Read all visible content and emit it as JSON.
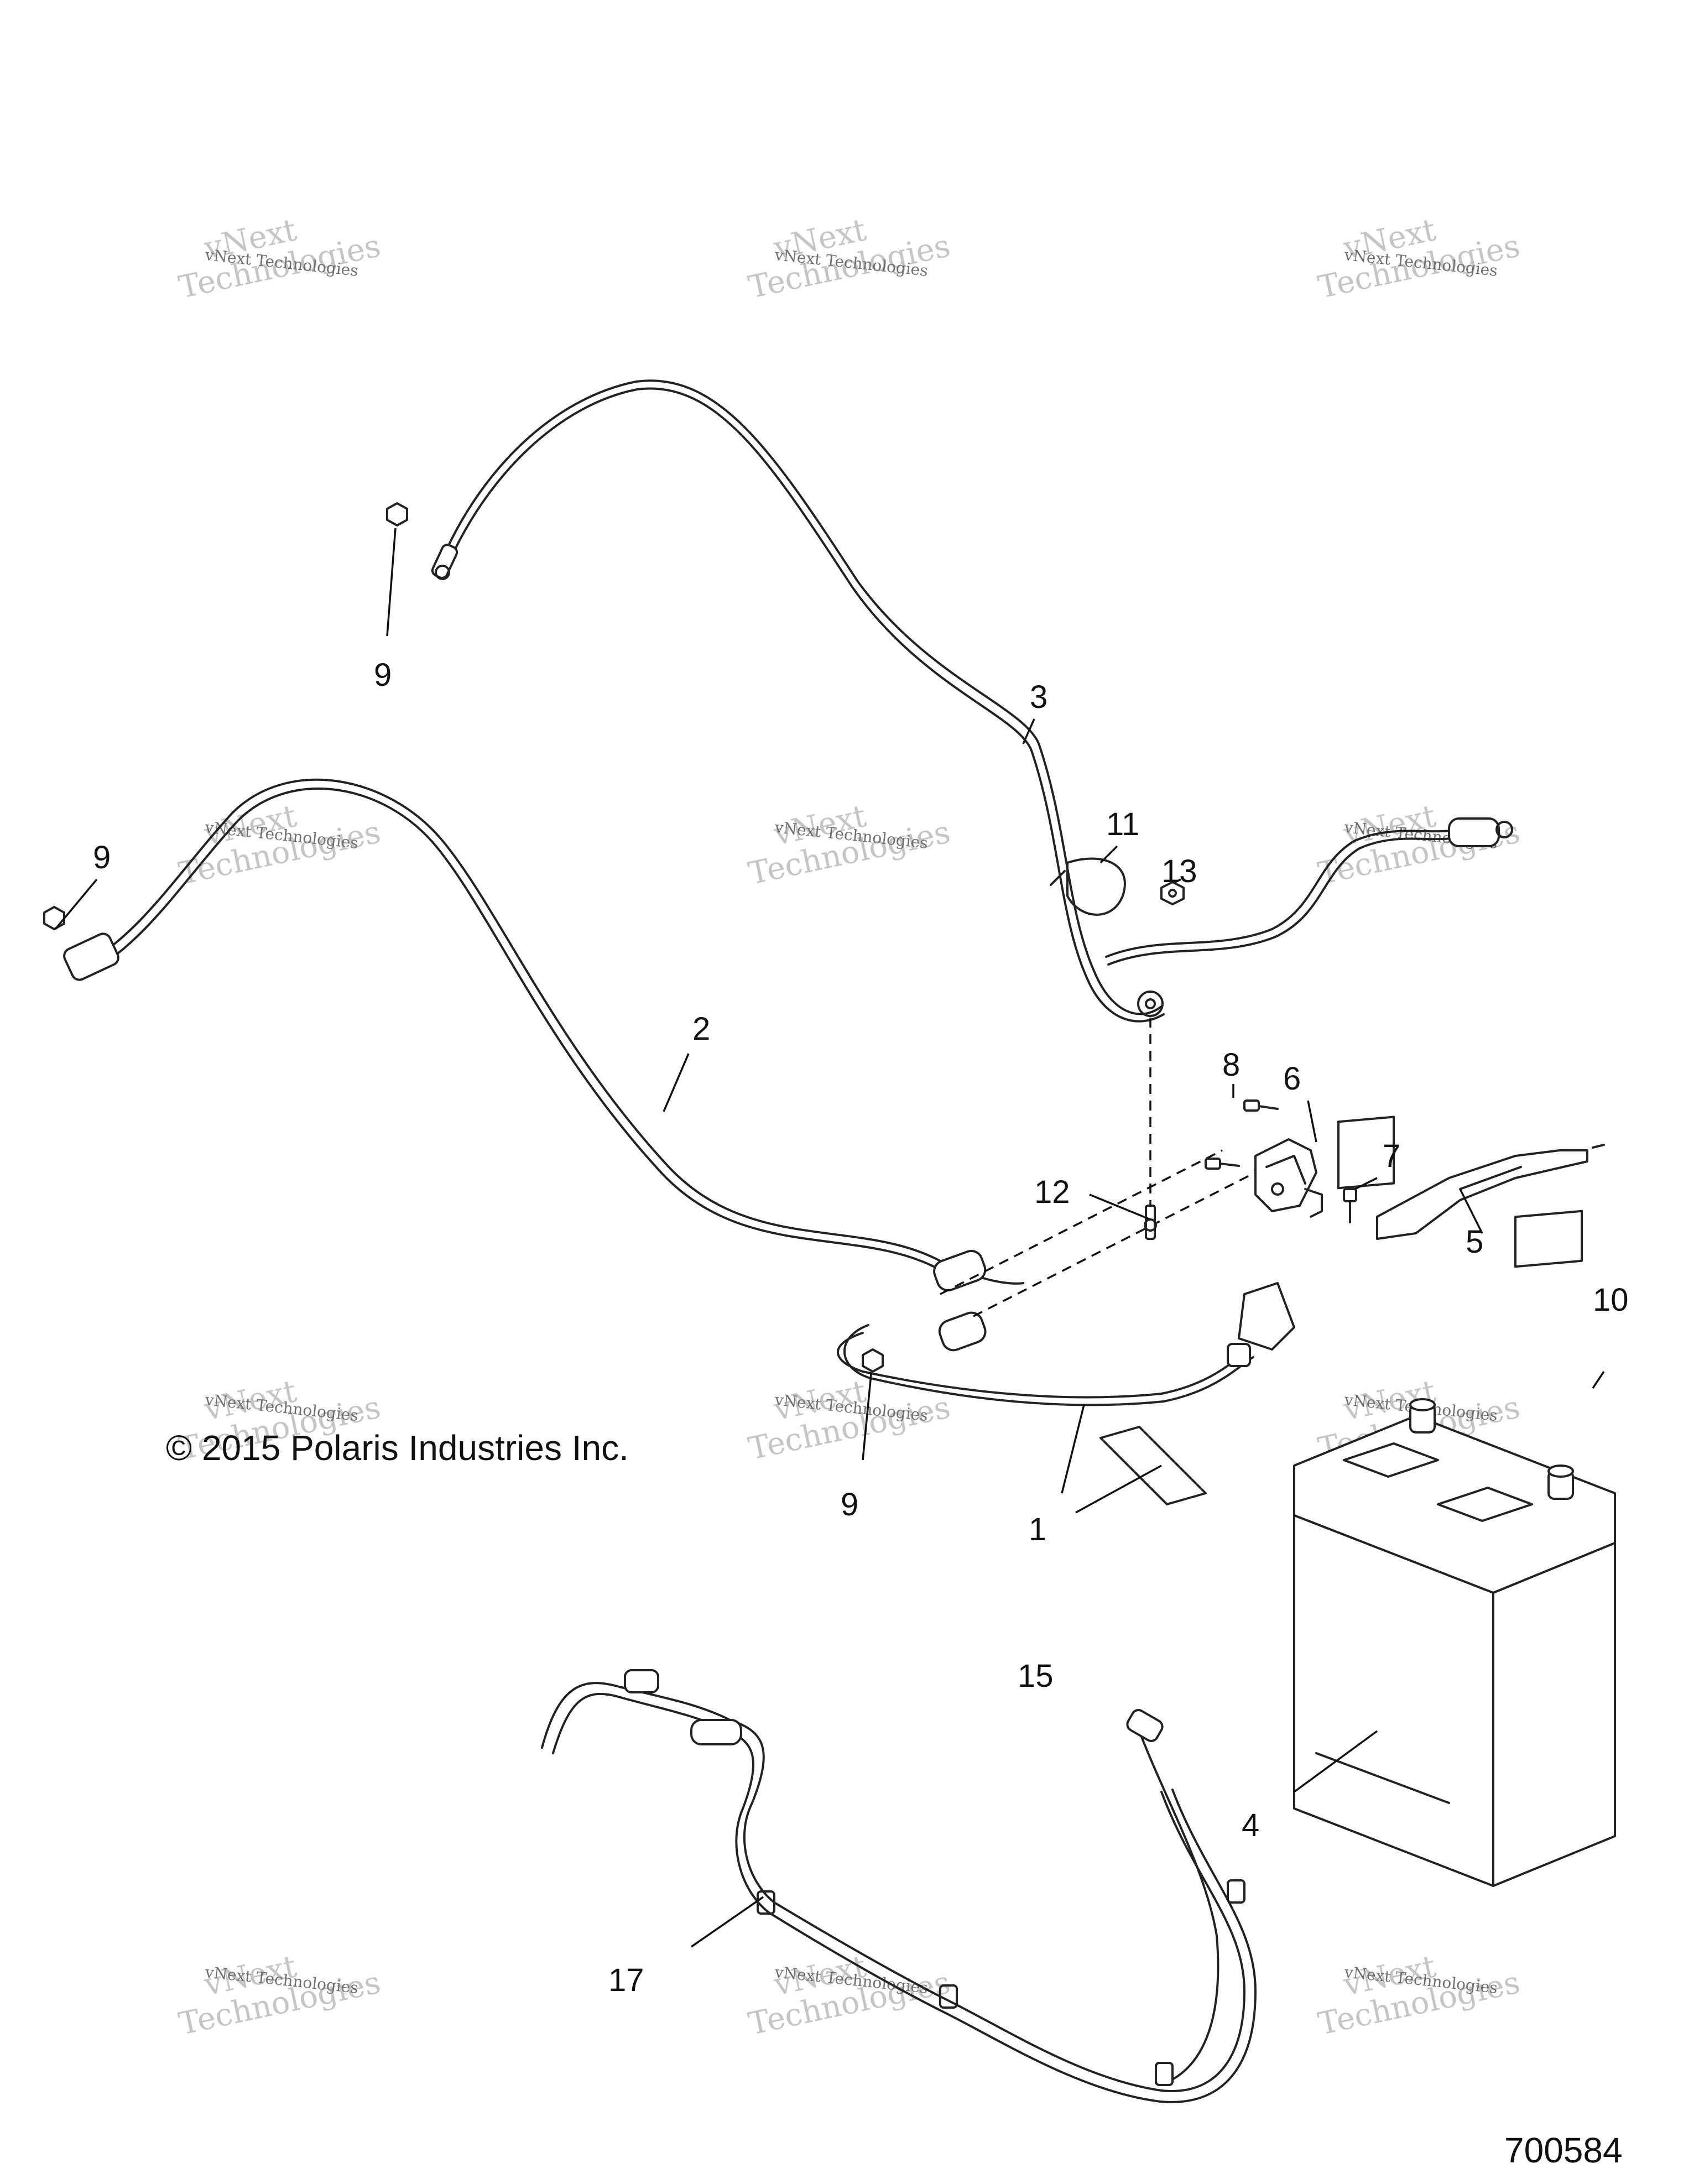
{
  "callouts": {
    "c1": "1",
    "c2": "2",
    "c3": "3",
    "c4": "4",
    "c5": "5",
    "c6": "6",
    "c7": "7",
    "c8": "8",
    "c9a": "9",
    "c9b": "9",
    "c9c": "9",
    "c10": "10",
    "c11": "11",
    "c12": "12",
    "c13": "13",
    "c15": "15",
    "c17": "17"
  },
  "copyright": "© 2015 Polaris Industries Inc.",
  "figure_number": "700584",
  "watermark": {
    "line1": "vNext",
    "line2": "Technologies",
    "small": "vNext Technologies"
  }
}
